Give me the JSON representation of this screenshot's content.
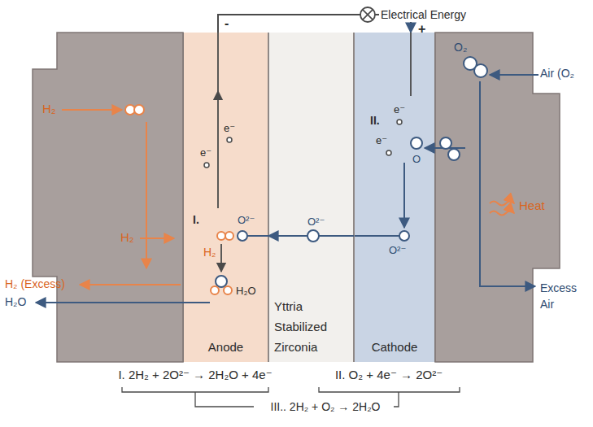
{
  "diagram": {
    "nodes": [
      {
        "text": [
          "Anode"
        ]
      },
      {
        "text": [
          "Yttria Stabilized Zirconia"
        ]
      },
      {
        "text": [
          "Cathode"
        ]
      }
    ],
    "edges": [
      {
        "from": 0,
        "to": 2,
        "arrow": "to",
        "label": "Electrical Energy"
      },
      {
        "from": 2,
        "to": 0,
        "arrow": "to",
        "label": "O²⁻"
      }
    ],
    "labels": [
      "-",
      "+",
      "H₂",
      "H₂",
      "I.",
      "O²⁻",
      "H₂",
      "e⁻",
      "e⁻",
      "H₂O",
      "H₂ (Excess)",
      "H₂O",
      "II.",
      "e⁻",
      "e⁻",
      "O",
      "O²⁻",
      "O₂",
      "Air (O₂",
      "Heat",
      "Excess Air",
      "I. 2H₂ + 2O²⁻ → 2H₂O + 4e⁻",
      "II. O₂ + 4e⁻ → 2O²⁻",
      "III.. 2H₂ + O₂ → 2H₂O"
    ]
  }
}
